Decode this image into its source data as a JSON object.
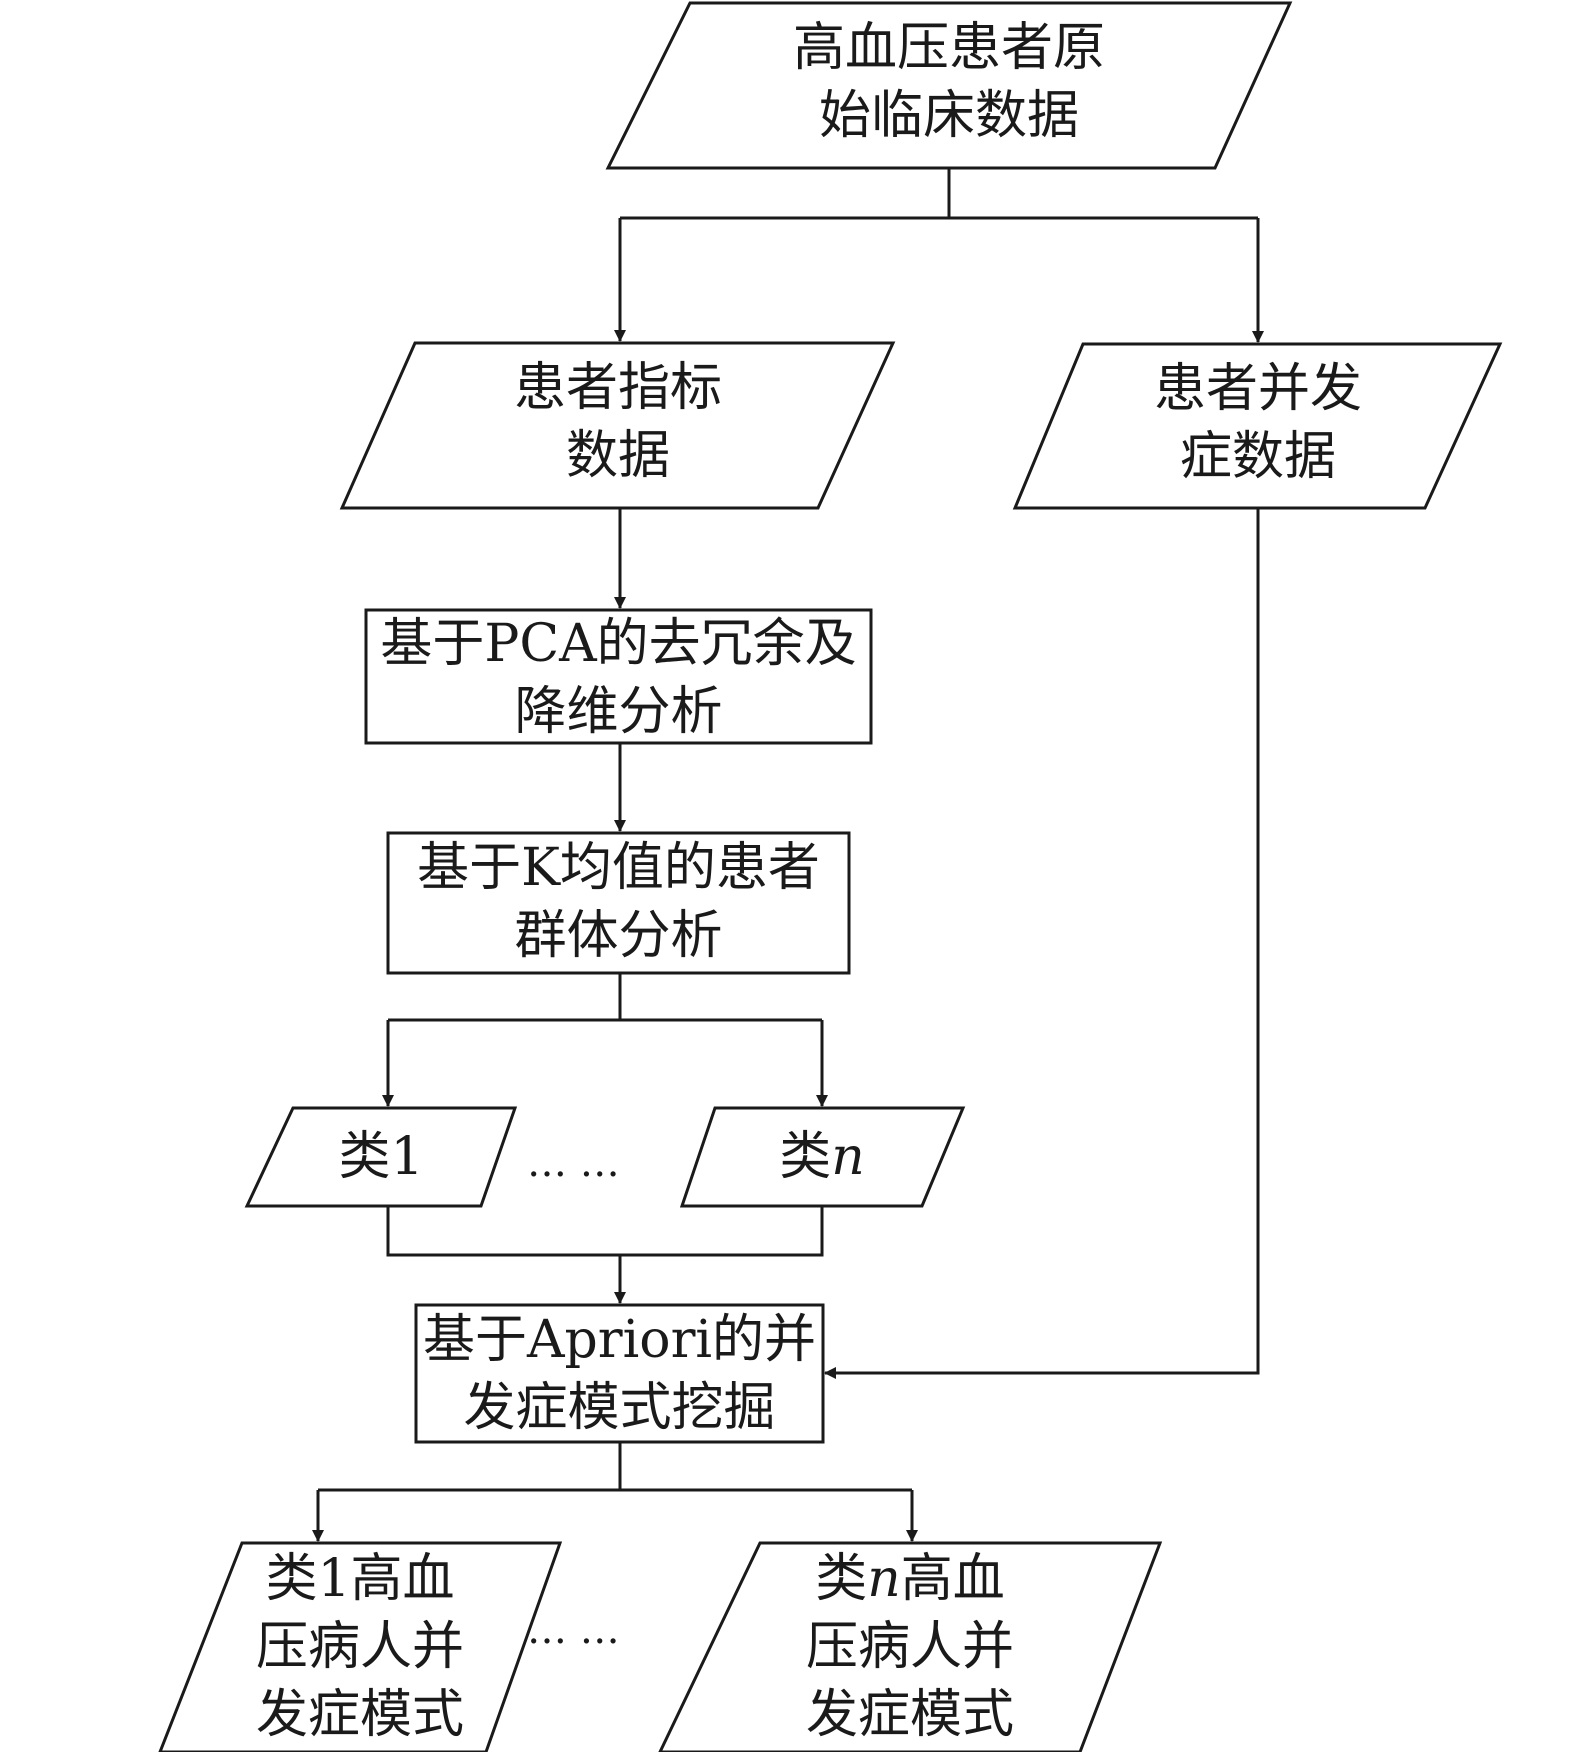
{
  "nodes": {
    "raw_data": [
      "高血压患者原",
      "始临床数据"
    ],
    "indicator_data": [
      "患者指标",
      "数据"
    ],
    "complication_data": [
      "患者并发",
      "症数据"
    ],
    "pca": [
      "基于PCA的去冗余及",
      "降维分析"
    ],
    "kmeans": [
      "基于K均值的患者",
      "群体分析"
    ],
    "class_1": "类1",
    "class_n_prefix": "类",
    "class_n_var": "n",
    "apriori": [
      "基于Apriori的并",
      "发症模式挖掘"
    ],
    "result_1": [
      "类1高血",
      "压病人并",
      "发症模式"
    ],
    "result_n_prefix": "类",
    "result_n_var": "n",
    "result_n_rest": [
      "高血",
      "压病人并",
      "发症模式"
    ]
  },
  "ellipsis": "… …"
}
